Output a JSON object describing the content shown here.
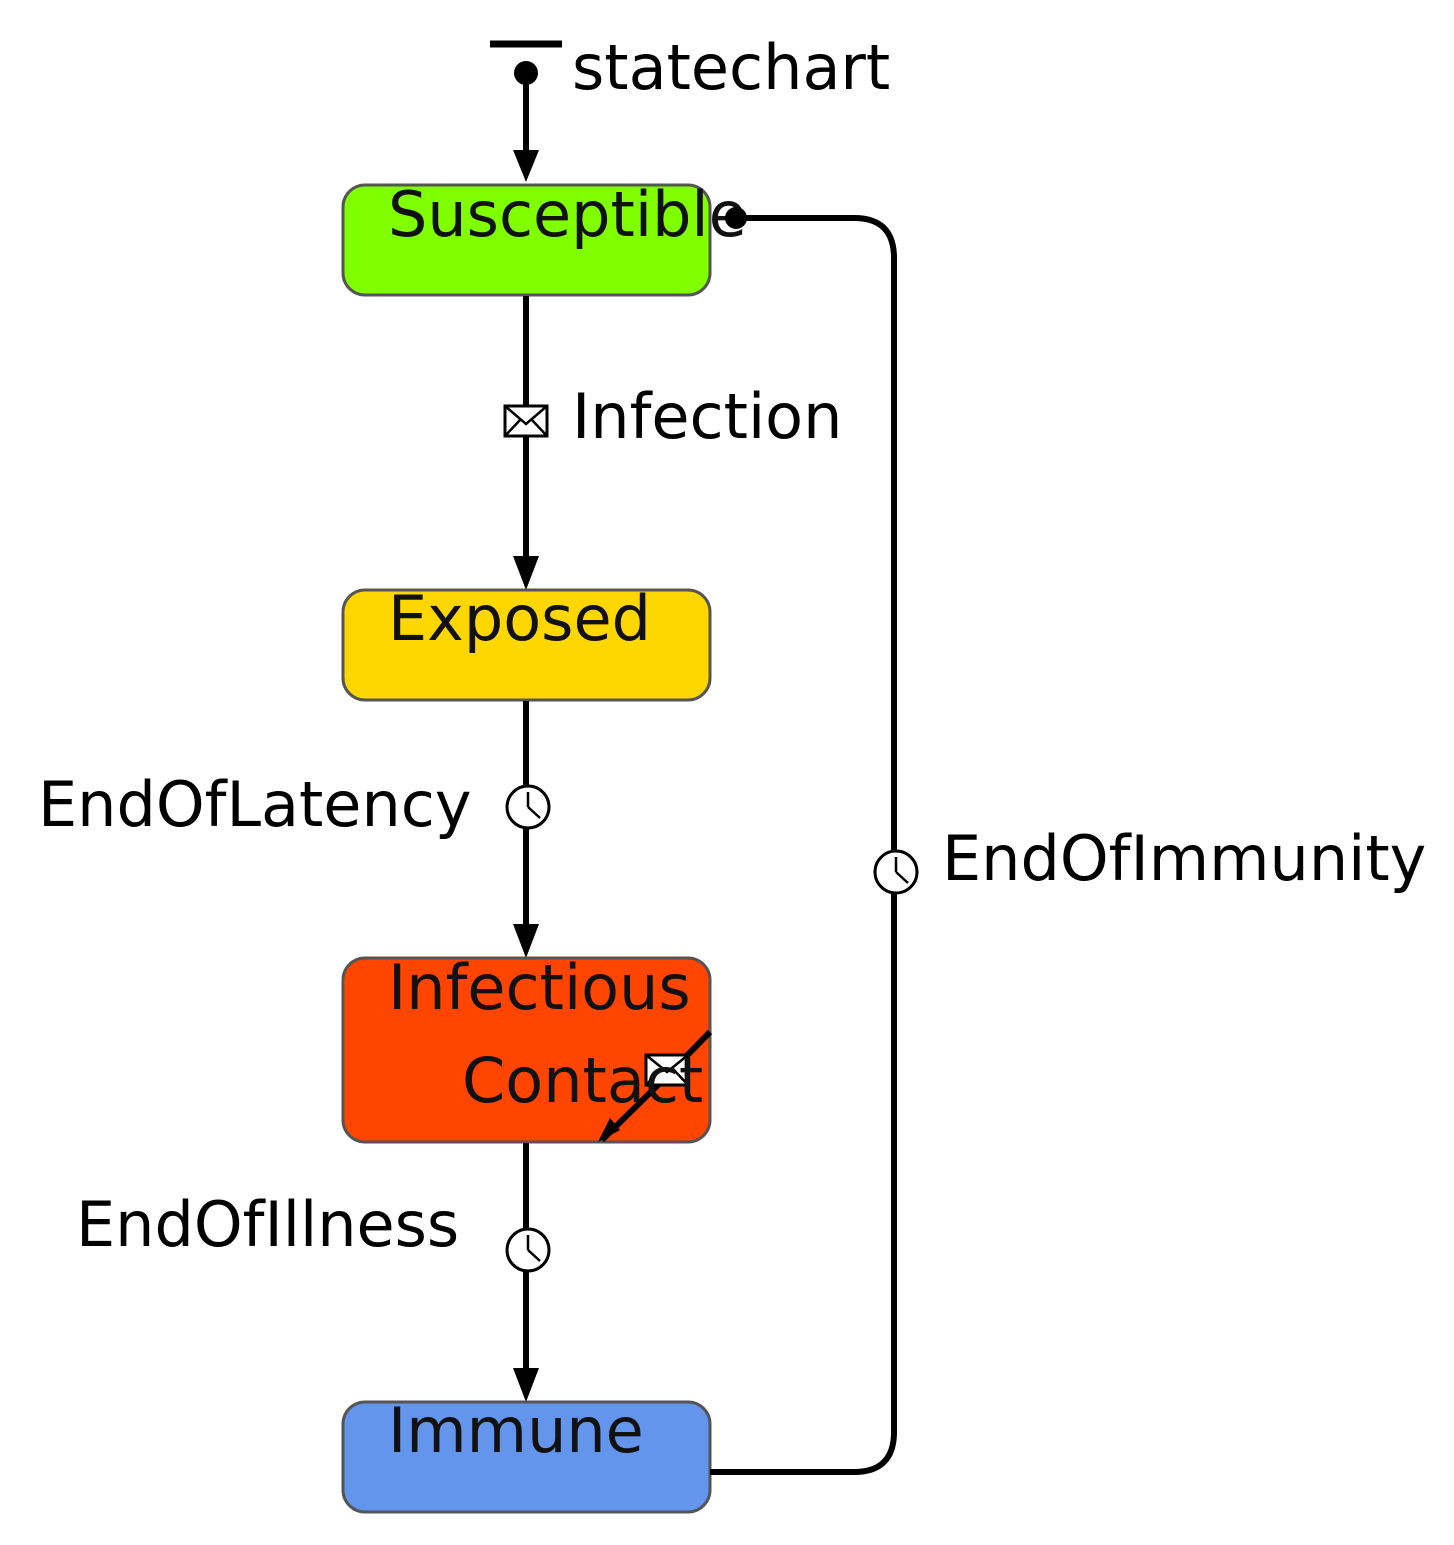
{
  "statechart": {
    "entry_label": "statechart"
  },
  "states": {
    "susceptible": {
      "label": "Susceptible",
      "color": "#7FFF00"
    },
    "exposed": {
      "label": "Exposed",
      "color": "#FFD700"
    },
    "infectious": {
      "label": "Infectious",
      "color": "#FF4500"
    },
    "immune": {
      "label": "Immune",
      "color": "#6495ED"
    }
  },
  "transitions": {
    "infection": {
      "label": "Infection",
      "trigger": "message-icon"
    },
    "end_of_latency": {
      "label": "EndOfLatency",
      "trigger": "clock-icon"
    },
    "end_of_illness": {
      "label": "EndOfIllness",
      "trigger": "clock-icon"
    },
    "end_of_immunity": {
      "label": "EndOfImmunity",
      "trigger": "clock-icon"
    },
    "contact": {
      "label": "Contact",
      "trigger": "message-icon"
    }
  }
}
